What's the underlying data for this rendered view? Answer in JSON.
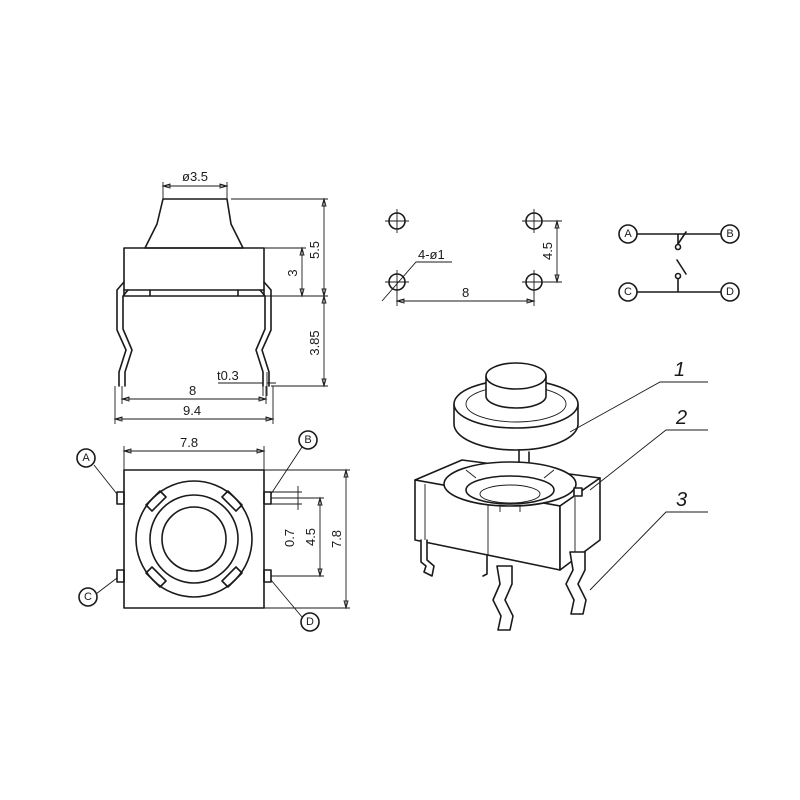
{
  "dimensions": {
    "stem_diameter": "ø3.5",
    "total_height": "5.5",
    "body_height": "3",
    "pin_length": "3.85",
    "terminal_thickness": "t0.3",
    "pin_span": "8",
    "overall_width": "9.4",
    "body_width_bottom": "7.8",
    "terminal_width": "0.7",
    "pin_spacing_vertical": "4.5",
    "body_depth_right": "7.8",
    "hole_spec": "4-ø1",
    "hole_spacing_horizontal": "8",
    "hole_spacing_vertical": "4.5"
  },
  "terminals": {
    "a": "A",
    "b": "B",
    "c": "C",
    "d": "D"
  },
  "parts": {
    "p1": "1",
    "p2": "2",
    "p3": "3"
  }
}
